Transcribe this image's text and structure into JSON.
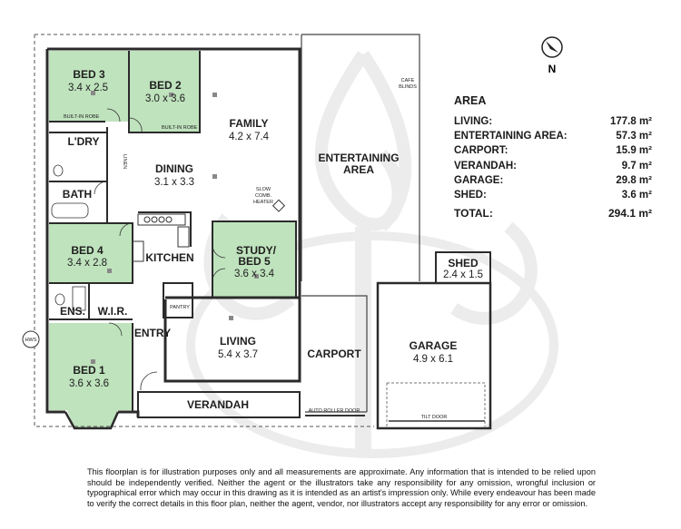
{
  "rooms": {
    "bed3": {
      "name": "BED 3",
      "dim": "3.4 x 2.5"
    },
    "bed2": {
      "name": "BED 2",
      "dim": "3.0 x 3.6"
    },
    "family": {
      "name": "FAMILY",
      "dim": "4.2 x 7.4"
    },
    "dining": {
      "name": "DINING",
      "dim": "3.1 x 3.3"
    },
    "kitchen": {
      "name": "KITCHEN"
    },
    "study": {
      "name1": "STUDY/",
      "name2": "BED 5",
      "dim": "3.6 x 3.4"
    },
    "bed4": {
      "name": "BED 4",
      "dim": "3.4 x 2.8"
    },
    "bed1": {
      "name": "BED 1",
      "dim": "3.6 x 3.6"
    },
    "living": {
      "name": "LIVING",
      "dim": "5.4 x 3.7"
    },
    "ldry": {
      "name": "L'DRY"
    },
    "bath": {
      "name": "BATH"
    },
    "ens": {
      "name": "ENS."
    },
    "wir": {
      "name": "W.I.R."
    },
    "entry": {
      "name": "ENTRY"
    },
    "verandah": {
      "name": "VERANDAH"
    },
    "entertaining": {
      "name1": "ENTERTAINING",
      "name2": "AREA"
    },
    "carport": {
      "name": "CARPORT"
    },
    "garage": {
      "name": "GARAGE",
      "dim": "4.9 x 6.1"
    },
    "shed": {
      "name": "SHED",
      "dim": "2.4 x 1.5"
    }
  },
  "labels": {
    "built_in_robe_1": "BUILT-IN ROBE",
    "built_in_robe_2": "BUILT-IN ROBE",
    "linen": "LINEN",
    "pantry": "PANTRY",
    "slow_comb_1": "SLOW",
    "slow_comb_2": "COMB.",
    "slow_comb_3": "HEATER",
    "cafe_blinds_1": "CAFE",
    "cafe_blinds_2": "BLINDS",
    "auto_roller_door": "AUTO ROLLER DOOR",
    "tilt_door": "TILT DOOR",
    "hws": "HWS"
  },
  "north_label": "N",
  "area": {
    "header": "AREA",
    "rows": [
      {
        "label": "LIVING:",
        "value": "177.8 m²"
      },
      {
        "label": "ENTERTAINING AREA:",
        "value": "57.3 m²"
      },
      {
        "label": "CARPORT:",
        "value": "15.9 m²"
      },
      {
        "label": "VERANDAH:",
        "value": "9.7 m²"
      },
      {
        "label": "GARAGE:",
        "value": "29.8 m²"
      },
      {
        "label": "SHED:",
        "value": "3.6 m²"
      }
    ],
    "total": {
      "label": "TOTAL:",
      "value": "294.1 m²"
    }
  },
  "disclaimer": "This floorplan is for illustration purposes only and all measurements are approximate. Any information that is intended to be relied upon should be independently verified. Neither the agent or the illustrators take any responsibility for any omission, wrongful inclusion or typographical error which may occur in this drawing as it is intended as an artist's impression only. While every endeavour has been made to verify the correct details in this floor plan, neither the agent, vendor, nor illustrators accept any responsibility for any error or omission.",
  "colors": {
    "bedroom_fill": "#bfe3bd",
    "wall": "#2b2b2b",
    "watermark": "#ececec"
  }
}
